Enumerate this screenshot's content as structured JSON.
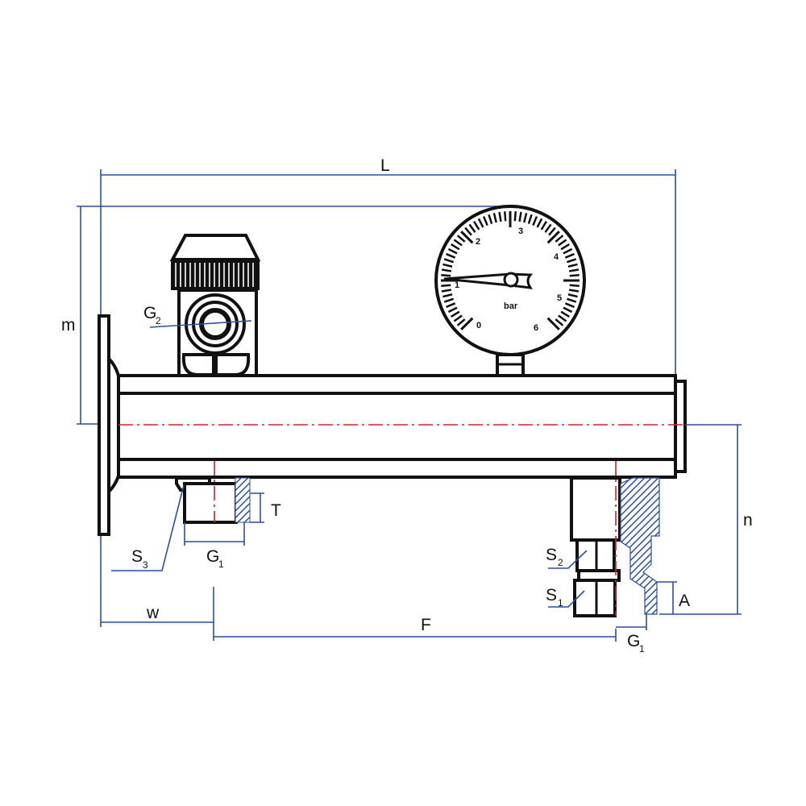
{
  "colors": {
    "dimension": "#2b4fa0",
    "centerline": "#d2232a",
    "outline": "#111111"
  },
  "dimensions": {
    "L": "L",
    "m": "m",
    "n": "n",
    "T": "T",
    "A": "A",
    "w": "w",
    "F": "F",
    "G1_left": {
      "main": "G",
      "sub": "1"
    },
    "G1_right": {
      "main": "G",
      "sub": "1"
    },
    "G2": {
      "main": "G",
      "sub": "2"
    },
    "S1": {
      "main": "S",
      "sub": "1"
    },
    "S2": {
      "main": "S",
      "sub": "2"
    },
    "S3": {
      "main": "S",
      "sub": "3"
    }
  },
  "gauge": {
    "unit": "bar",
    "scale": [
      "0",
      "1",
      "2",
      "3",
      "4",
      "5",
      "6"
    ],
    "reading": 1
  }
}
